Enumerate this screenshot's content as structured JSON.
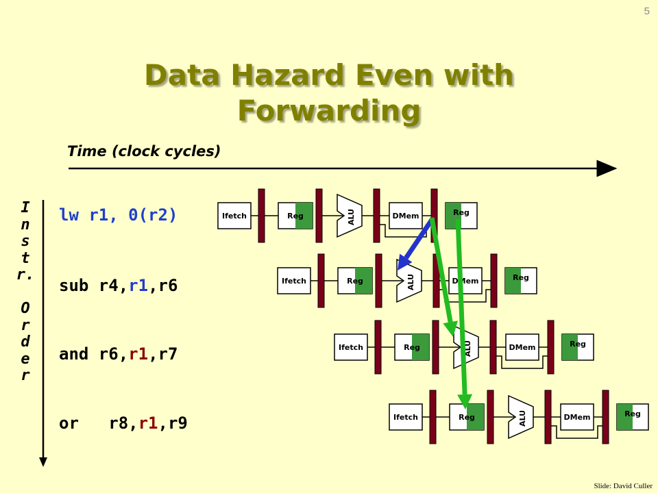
{
  "slide_number": "5",
  "title": {
    "line1": "Data Hazard Even with",
    "line2": "Forwarding"
  },
  "time_label": "Time (clock cycles)",
  "instr_order_letters": [
    "I",
    "n",
    "s",
    "t",
    "r.",
    "",
    "O",
    "r",
    "d",
    "e",
    "r"
  ],
  "instructions": [
    {
      "parts": [
        {
          "text": "lw r1, 0(r2)",
          "color": "#1F3FCC"
        }
      ]
    },
    {
      "parts": [
        {
          "text": "sub r4,",
          "color": "#000000"
        },
        {
          "text": "r1",
          "color": "#1F3FCC"
        },
        {
          "text": ",r6",
          "color": "#000000"
        }
      ]
    },
    {
      "parts": [
        {
          "text": "and r6,",
          "color": "#000000"
        },
        {
          "text": "r1",
          "color": "#8B0000"
        },
        {
          "text": ",r7",
          "color": "#000000"
        }
      ]
    },
    {
      "parts": [
        {
          "text": "or   r8,",
          "color": "#000000"
        },
        {
          "text": "r1",
          "color": "#8B0000"
        },
        {
          "text": ",r9",
          "color": "#000000"
        }
      ]
    }
  ],
  "stages": {
    "ifetch": "Ifetch",
    "reg": "Reg",
    "alu": "ALU",
    "dmem": "DMem",
    "wb": "Reg"
  },
  "colors": {
    "background": "#FFFFCC",
    "title": "#808000",
    "pipeline_register": "#7A0019",
    "reg_fill": "#3C9A3C",
    "forward_blue": "#2233CC",
    "forward_green": "#22BB22"
  },
  "credit": "Slide: David Culler"
}
